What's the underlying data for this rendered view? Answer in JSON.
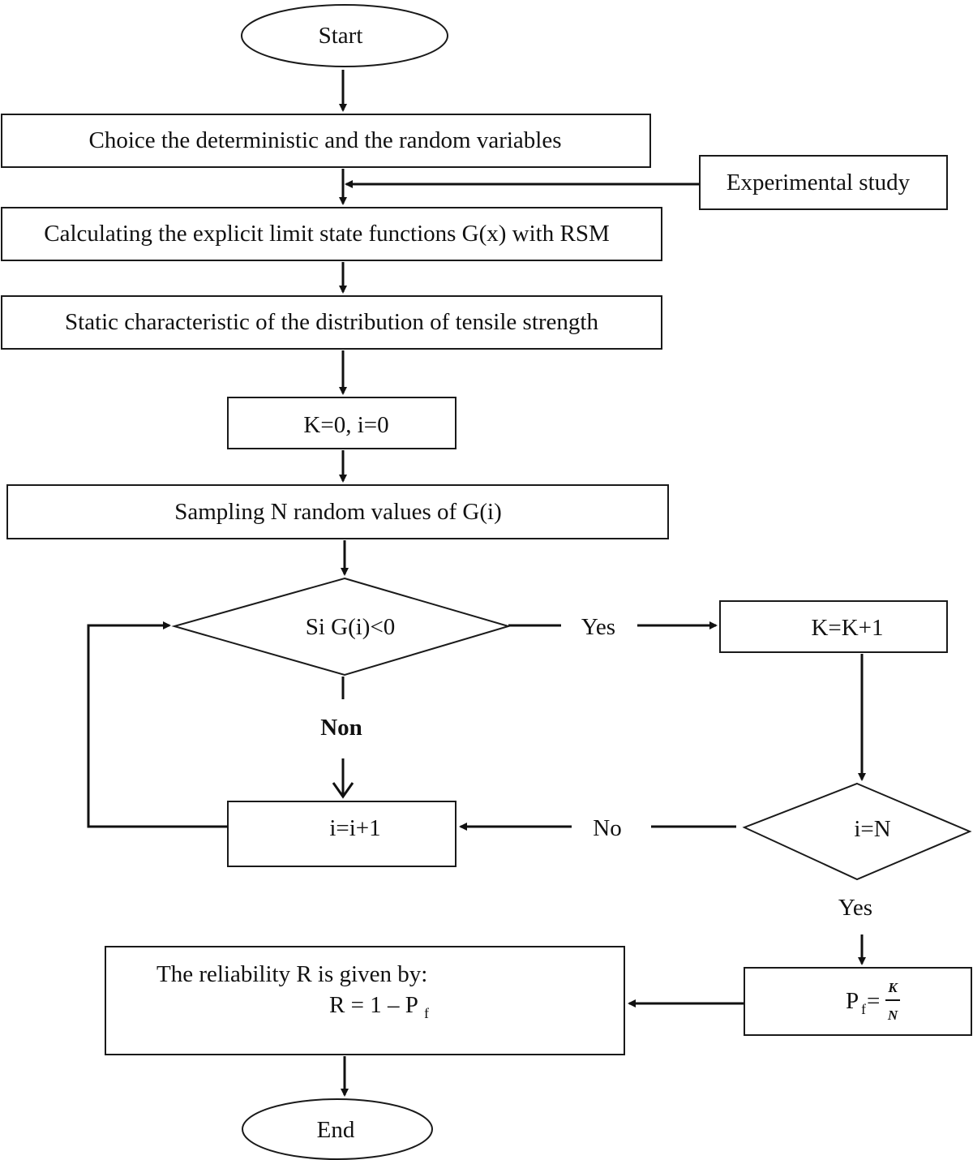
{
  "nodes": {
    "start": "Start",
    "choice": "Choice the deterministic and the random variables",
    "experimental": "Experimental study",
    "calc": "Calculating the explicit limit state functions G(x) with RSM",
    "static": "Static characteristic of the distribution of tensile strength",
    "init": "K=0, i=0",
    "sampling": "Sampling N random values of G(i)",
    "decision1": "Si G(i)<0",
    "kinc": "K=K+1",
    "iinc": "i=i+1",
    "decision2": "i=N",
    "pf": {
      "lhs": "P",
      "lhs_sub": "f",
      "eq": "=",
      "num": "K",
      "den": "N"
    },
    "reliability": {
      "line1": "The reliability R is given by:",
      "line2": "R = 1 – P",
      "line2_sub": "f"
    },
    "end": "End"
  },
  "edge_labels": {
    "yes1": "Yes",
    "non": "Non",
    "no": "No",
    "yes2": "Yes"
  }
}
